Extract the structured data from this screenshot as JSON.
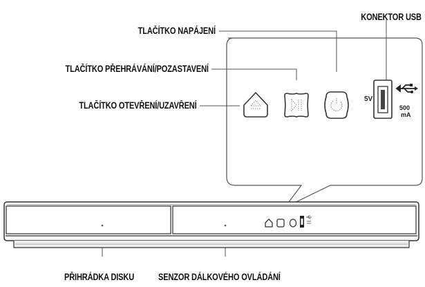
{
  "labels": {
    "usb_connector": "KONEKTOR USB",
    "power_button": "TLAČÍTKO NAPÁJENÍ",
    "play_pause_button": "TLAČÍTKO PŘEHRÁVÁNÍ/POZASTAVENÍ",
    "open_close_button": "TLAČÍTKO OTEVŘENÍ/UZAVŘENÍ",
    "disc_tray": "PŘIHRÁDKA DISKU",
    "remote_sensor": "SENZOR DÁLKOVÉHO OVLÁDÁNÍ"
  },
  "usb_rating": {
    "voltage": "5V",
    "current_value": "500",
    "current_unit": "mA"
  },
  "icons": [
    "eject-icon",
    "play-pause-icon",
    "power-icon",
    "usb-icon"
  ]
}
